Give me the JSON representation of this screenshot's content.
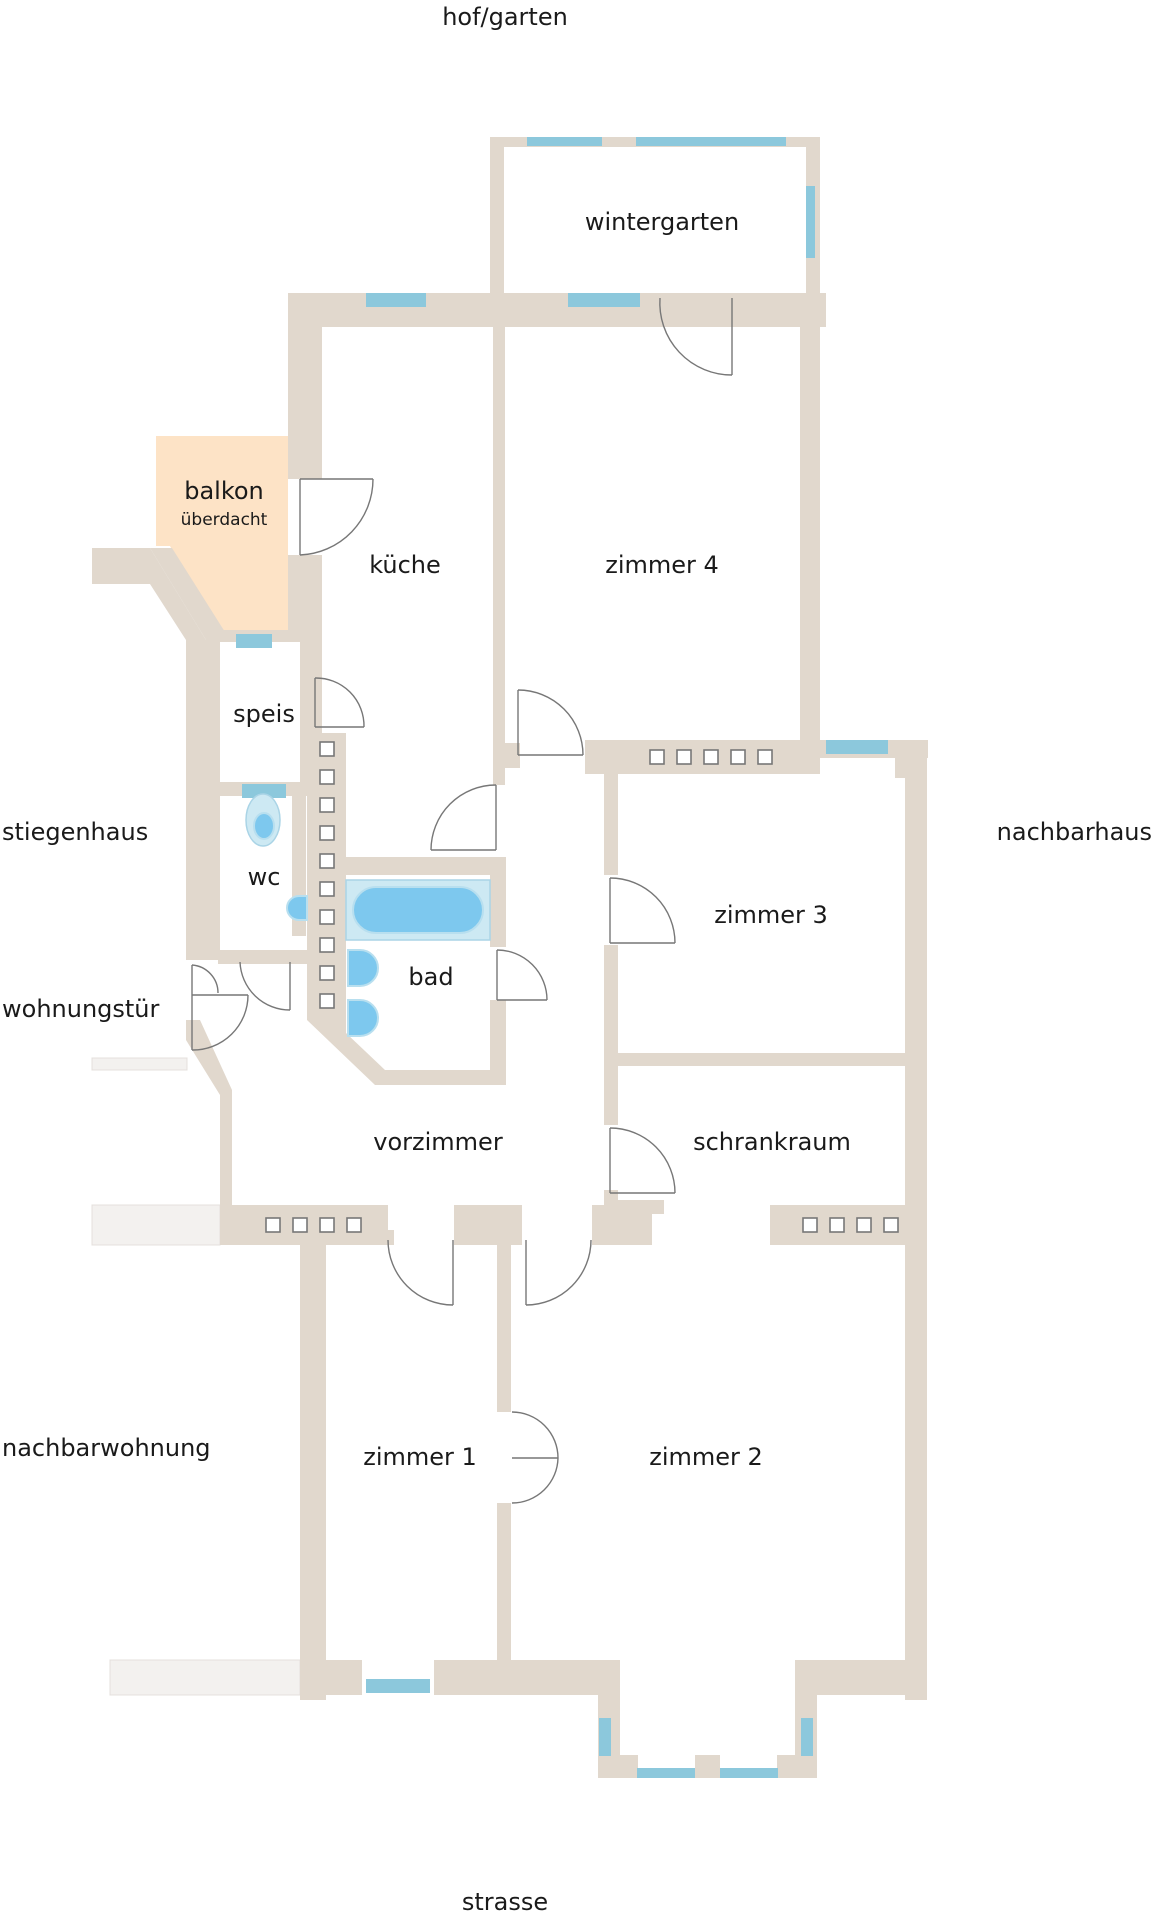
{
  "surroundings": {
    "top": "hof/garten",
    "bottom": "strasse",
    "left_upper": "stiegenhaus",
    "left_entry": "wohnungstür",
    "left_lower": "nachbarwohnung",
    "right": "nachbarhaus"
  },
  "rooms": {
    "wintergarten": "wintergarten",
    "kueche": "küche",
    "zimmer4": "zimmer 4",
    "balkon": "balkon",
    "balkon_sub": "überdacht",
    "speis": "speis",
    "wc": "wc",
    "bad": "bad",
    "zimmer3": "zimmer 3",
    "schrankraum": "schrankraum",
    "vorzimmer": "vorzimmer",
    "zimmer1": "zimmer 1",
    "zimmer2": "zimmer 2"
  },
  "colors": {
    "wall": "#e1d8cd",
    "window": "#8cc8dc",
    "balcony": "#fde3c6",
    "sanitary": "#7dc8ee"
  }
}
